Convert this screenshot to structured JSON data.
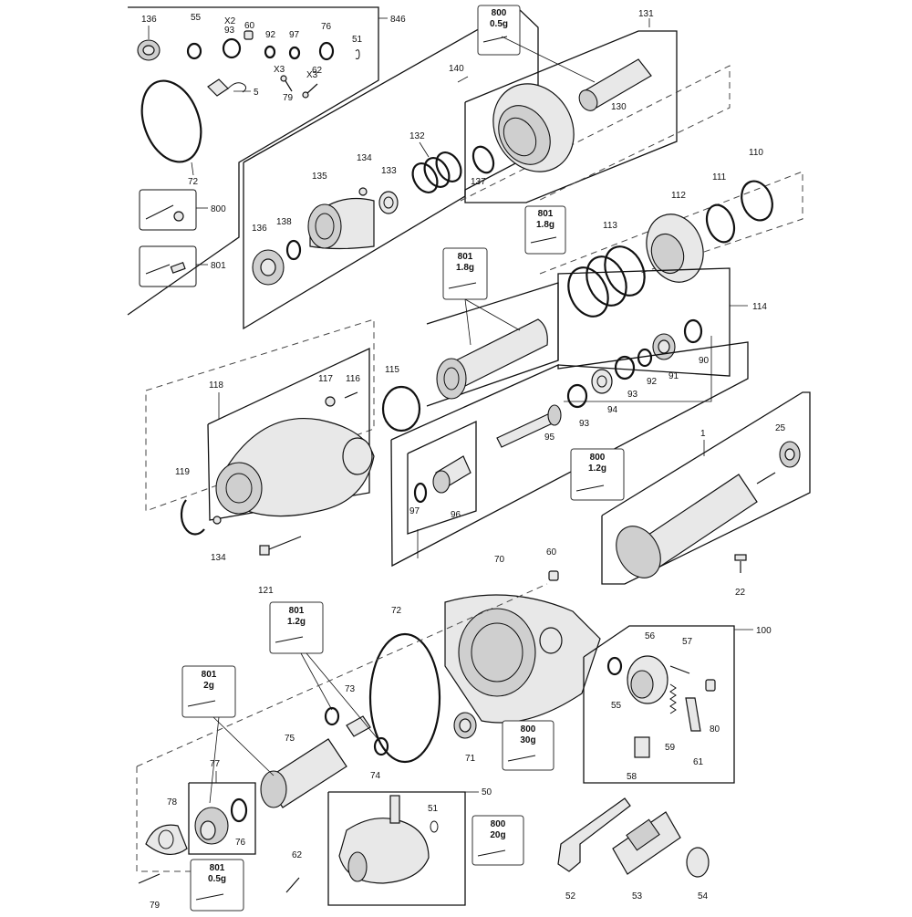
{
  "callouts": {
    "c136a": "136",
    "c55a": "55",
    "c93a": "93",
    "c93ax": "X2",
    "c60a": "60",
    "c92a": "92",
    "c97a": "97",
    "c76a": "76",
    "c51a": "51",
    "c846": "846",
    "c79x": "X3",
    "c79a": "79",
    "c62x": "X3",
    "c62a": "62",
    "c5": "5",
    "c72a": "72",
    "c800a": "800",
    "c801a": "801",
    "c140": "140",
    "c131": "131",
    "c130": "130",
    "c137": "137",
    "c132": "132",
    "c134a": "134",
    "c133": "133",
    "c135": "135",
    "c136b": "136",
    "c138": "138",
    "c110": "110",
    "c111": "111",
    "c112": "112",
    "c113": "113",
    "c114": "114",
    "c90": "90",
    "c91": "91",
    "c92b": "92",
    "c93b": "93",
    "c93c": "93",
    "c94": "94",
    "c95": "95",
    "c96": "96",
    "c97b": "97",
    "c115": "115",
    "c116": "116",
    "c117": "117",
    "c118": "118",
    "c119": "119",
    "c134b": "134",
    "c121": "121",
    "c1": "1",
    "c25": "25",
    "c22": "22",
    "c60b": "60",
    "c70": "70",
    "c72b": "72",
    "c73": "73",
    "c74": "74",
    "c71": "71",
    "c75": "75",
    "c100": "100",
    "c56": "56",
    "c57": "57",
    "c55b": "55",
    "c80": "80",
    "c59": "59",
    "c61": "61",
    "c58": "58",
    "c77": "77",
    "c78": "78",
    "c76b": "76",
    "c79b": "79",
    "c62b": "62",
    "c50": "50",
    "c51b": "51",
    "c52": "52",
    "c53": "53",
    "c54": "54"
  },
  "grease_boxes": {
    "g1": {
      "code": "800",
      "qty": "0.5g"
    },
    "g2": {
      "code": "801",
      "qty": "1.8g"
    },
    "g3": {
      "code": "801",
      "qty": "1.8g"
    },
    "g4": {
      "code": "800",
      "qty": "1.2g"
    },
    "g5": {
      "code": "801",
      "qty": "1.2g"
    },
    "g6": {
      "code": "801",
      "qty": "2g"
    },
    "g7": {
      "code": "800",
      "qty": "30g"
    },
    "g8": {
      "code": "801",
      "qty": "0.5g"
    },
    "g9": {
      "code": "800",
      "qty": "20g"
    }
  }
}
